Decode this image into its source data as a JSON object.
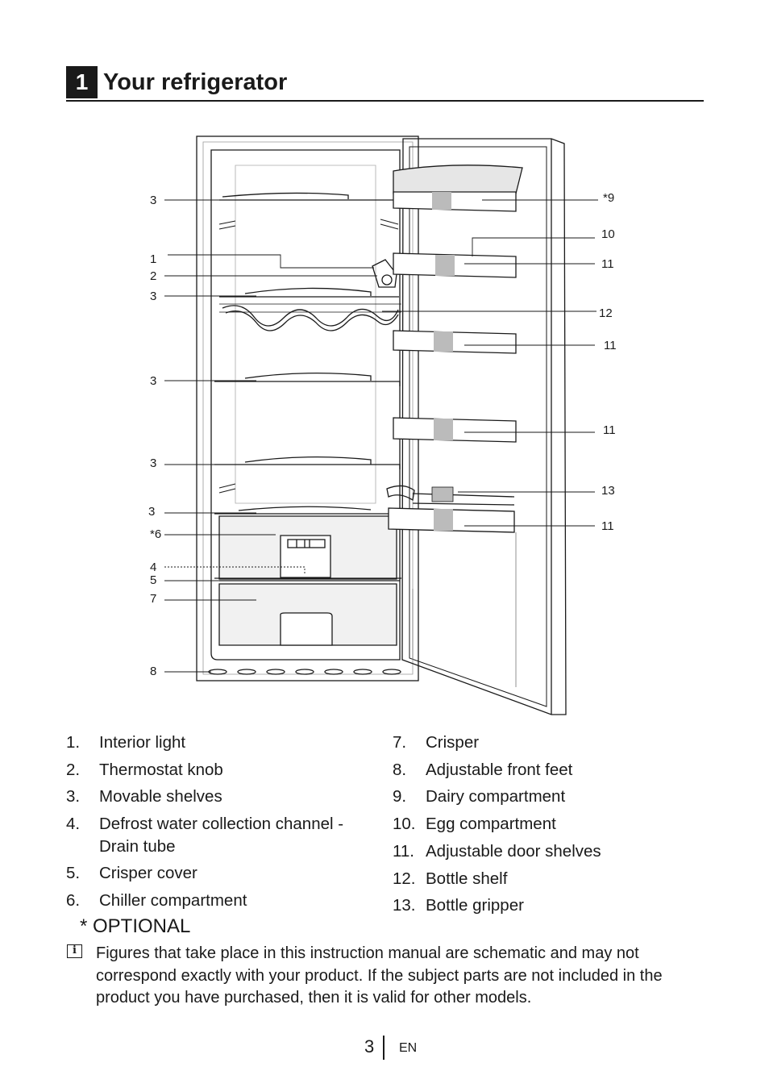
{
  "section": {
    "number": "1",
    "title": "Your refrigerator"
  },
  "callouts": {
    "left": [
      "3",
      "1",
      "2",
      "3",
      "3",
      "3",
      "3",
      "*6",
      "4",
      "5",
      "7",
      "8"
    ],
    "right": [
      "*9",
      "10",
      "11",
      "12",
      "11",
      "11",
      "13",
      "11"
    ]
  },
  "legend_left": [
    {
      "num": "1.",
      "label": "Interior light"
    },
    {
      "num": "2.",
      "label": "Thermostat knob"
    },
    {
      "num": "3.",
      "label": "Movable shelves"
    },
    {
      "num": "4.",
      "label": "Defrost water collection channel - Drain tube"
    },
    {
      "num": "5.",
      "label": "Crisper cover"
    },
    {
      "num": "6.",
      "label": "Chiller compartment"
    }
  ],
  "legend_right": [
    {
      "num": "7.",
      "label": "Crisper"
    },
    {
      "num": "8.",
      "label": "Adjustable front feet"
    },
    {
      "num": "9.",
      "label": "Dairy compartment"
    },
    {
      "num": "10.",
      "label": "Egg compartment"
    },
    {
      "num": "11.",
      "label": "Adjustable door shelves"
    },
    {
      "num": "12.",
      "label": "Bottle shelf"
    },
    {
      "num": "13.",
      "label": "Bottle gripper"
    }
  ],
  "optional_label": "* OPTIONAL",
  "note": {
    "icon": "info-icon",
    "text": "Figures that take place in this instruction manual are schematic and may not correspond exactly with your product. If the subject parts are not included in the product you have purchased, then it is valid for other models."
  },
  "footer": {
    "page_number": "3",
    "language": "EN"
  }
}
